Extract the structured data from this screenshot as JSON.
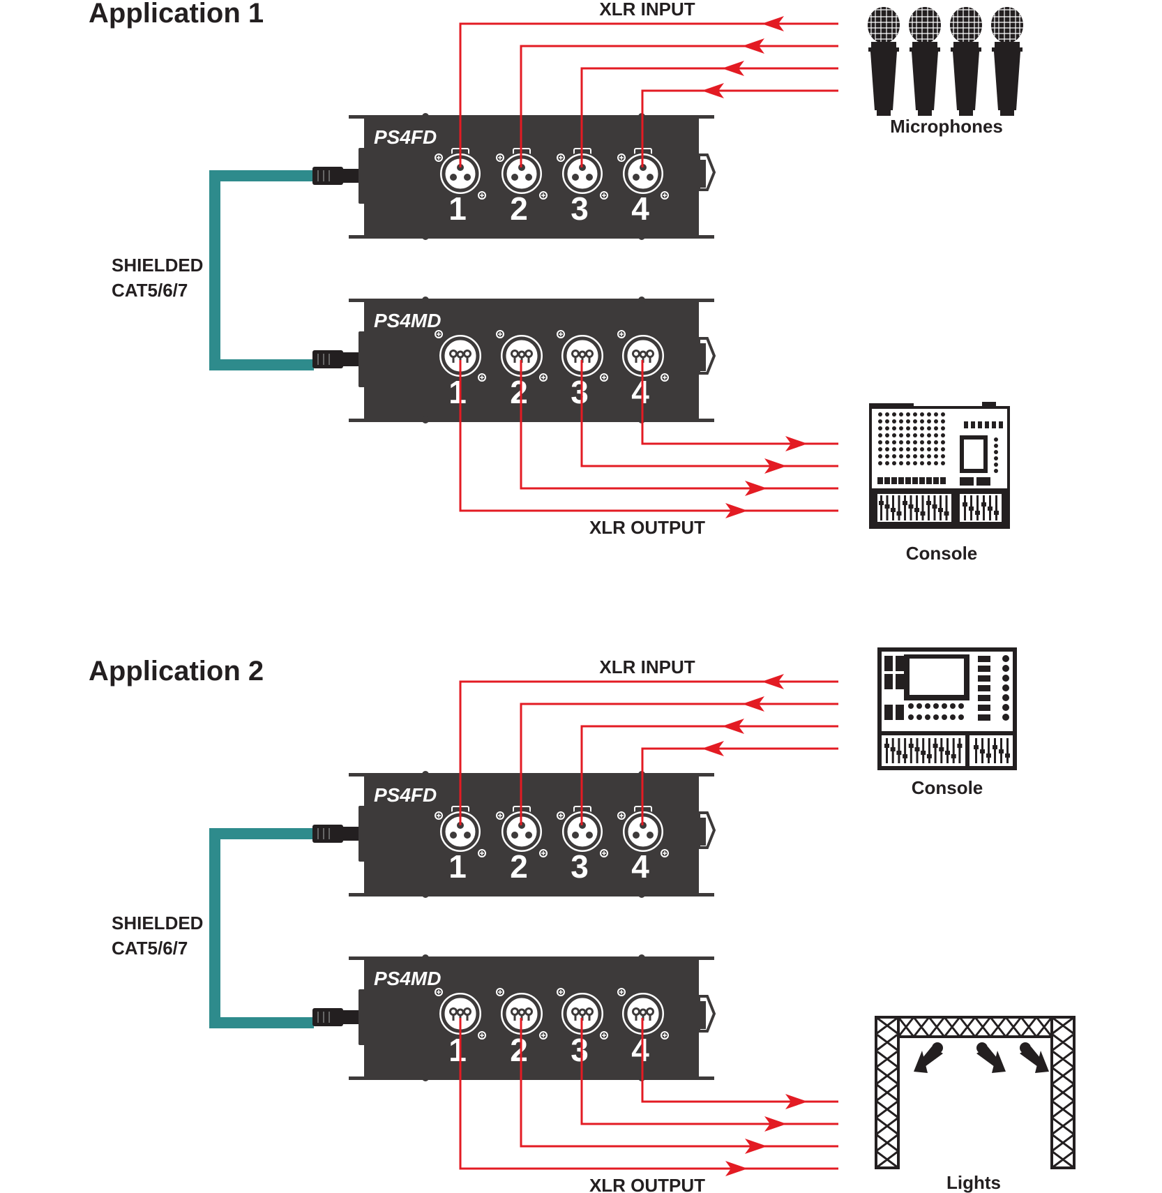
{
  "colors": {
    "signal": "#e31b23",
    "cable": "#2e8b8c",
    "box": "#3d3a3a",
    "ink": "#231f20"
  },
  "applications": [
    {
      "title": "Application 1",
      "input_label": "XLR INPUT",
      "output_label": "XLR OUTPUT",
      "cable_label_line1": "SHIELDED",
      "cable_label_line2": "CAT5/6/7",
      "top_unit": {
        "model": "PS4FD",
        "ports": [
          "1",
          "2",
          "3",
          "4"
        ],
        "icon": "female-xlr-connector-icon"
      },
      "bottom_unit": {
        "model": "PS4MD",
        "ports": [
          "1",
          "2",
          "3",
          "4"
        ],
        "icon": "male-xlr-connector-icon"
      },
      "source": {
        "label": "Microphones",
        "icon": "microphone-icon"
      },
      "destination": {
        "label": "Console",
        "icon": "mixing-console-icon"
      }
    },
    {
      "title": "Application 2",
      "input_label": "XLR INPUT",
      "output_label": "XLR OUTPUT",
      "cable_label_line1": "SHIELDED",
      "cable_label_line2": "CAT5/6/7",
      "top_unit": {
        "model": "PS4FD",
        "ports": [
          "1",
          "2",
          "3",
          "4"
        ],
        "icon": "female-xlr-connector-icon"
      },
      "bottom_unit": {
        "model": "PS4MD",
        "ports": [
          "1",
          "2",
          "3",
          "4"
        ],
        "icon": "male-xlr-connector-icon"
      },
      "source": {
        "label": "Console",
        "icon": "mixing-console-icon"
      },
      "destination": {
        "label": "Lights",
        "icon": "lighting-truss-icon"
      }
    }
  ]
}
